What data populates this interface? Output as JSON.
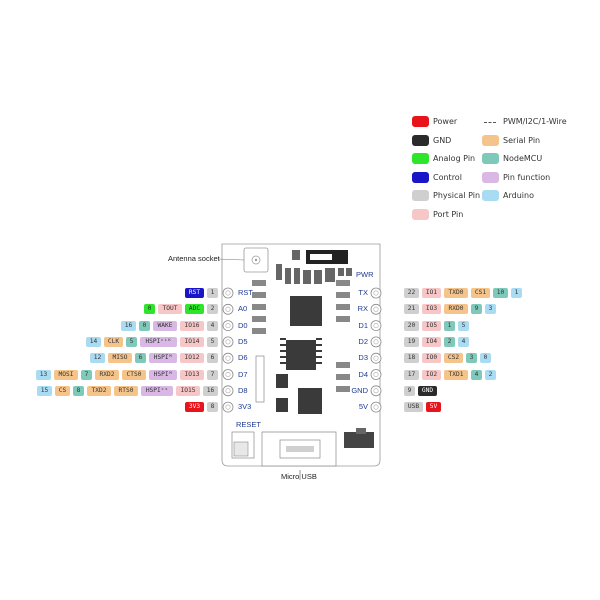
{
  "colors": {
    "power": "#e8141b",
    "gnd": "#2b2b2b",
    "analog": "#2ee52b",
    "control": "#1a16c8",
    "physical": "#cfcfcf",
    "port": "#f6c7c6",
    "serial": "#f4c48a",
    "nodemcu": "#7fc9bb",
    "pinfn": "#d9b8e6",
    "arduino": "#a9dcf2"
  },
  "legend": [
    {
      "label": "Power",
      "color": "power",
      "kind": "swatch"
    },
    {
      "label": "GND",
      "color": "gnd",
      "kind": "swatch"
    },
    {
      "label": "Analog Pin",
      "color": "analog",
      "kind": "swatch"
    },
    {
      "label": "Control",
      "color": "control",
      "kind": "swatch"
    },
    {
      "label": "Physical Pin",
      "color": "physical",
      "kind": "swatch"
    },
    {
      "label": "Port Pin",
      "color": "port",
      "kind": "swatch"
    },
    {
      "label": "PWM/I2C/1-Wire",
      "color": "",
      "kind": "dash"
    },
    {
      "label": "Serial Pin",
      "color": "serial",
      "kind": "swatch"
    },
    {
      "label": "NodeMCU",
      "color": "nodemcu",
      "kind": "swatch"
    },
    {
      "label": "Pin function",
      "color": "pinfn",
      "kind": "swatch"
    },
    {
      "label": "Arduino",
      "color": "arduino",
      "kind": "swatch"
    }
  ],
  "board_labels": {
    "antenna": "Antenna socket",
    "pwr": "PWR",
    "reset": "RESET",
    "usb": "Micro USB",
    "left_pins": [
      "RST",
      "A0",
      "D0",
      "D5",
      "D6",
      "D7",
      "D8",
      "3V3"
    ],
    "right_pins": [
      "TX",
      "RX",
      "D1",
      "D2",
      "D3",
      "D4",
      "GND",
      "5V"
    ]
  },
  "left_rows": [
    [
      {
        "t": "RST",
        "c": "control"
      },
      {
        "t": "1",
        "c": "physical"
      }
    ],
    [
      {
        "t": "0",
        "c": "analog"
      },
      {
        "t": "TOUT",
        "c": "port"
      },
      {
        "t": "ADC",
        "c": "analog"
      },
      {
        "t": "2",
        "c": "physical"
      }
    ],
    [
      {
        "t": "16",
        "c": "arduino"
      },
      {
        "t": "0",
        "c": "nodemcu"
      },
      {
        "t": "WAKE",
        "c": "pinfn"
      },
      {
        "t": "IO16",
        "c": "port"
      },
      {
        "t": "4",
        "c": "physical"
      }
    ],
    [
      {
        "t": "14",
        "c": "arduino"
      },
      {
        "t": "CLK",
        "c": "serial"
      },
      {
        "t": "5",
        "c": "nodemcu"
      },
      {
        "t": "HSPIᶜᴸᴷ",
        "c": "pinfn"
      },
      {
        "t": "IO14",
        "c": "port"
      },
      {
        "t": "5",
        "c": "physical"
      }
    ],
    [
      {
        "t": "12",
        "c": "arduino"
      },
      {
        "t": "MISO",
        "c": "serial"
      },
      {
        "t": "6",
        "c": "nodemcu"
      },
      {
        "t": "HSPIᴹ",
        "c": "pinfn"
      },
      {
        "t": "IO12",
        "c": "port"
      },
      {
        "t": "6",
        "c": "physical"
      }
    ],
    [
      {
        "t": "13",
        "c": "arduino"
      },
      {
        "t": "MOSI",
        "c": "serial"
      },
      {
        "t": "7",
        "c": "nodemcu"
      },
      {
        "t": "RXD2",
        "c": "serial"
      },
      {
        "t": "CTS0",
        "c": "serial"
      },
      {
        "t": "HSPIᴹ",
        "c": "pinfn"
      },
      {
        "t": "IO13",
        "c": "port"
      },
      {
        "t": "7",
        "c": "physical"
      }
    ],
    [
      {
        "t": "15",
        "c": "arduino"
      },
      {
        "t": "CS",
        "c": "serial"
      },
      {
        "t": "8",
        "c": "nodemcu"
      },
      {
        "t": "TXD2",
        "c": "serial"
      },
      {
        "t": "RTS0",
        "c": "serial"
      },
      {
        "t": "HSPIᶜˢ",
        "c": "pinfn"
      },
      {
        "t": "IO15",
        "c": "port"
      },
      {
        "t": "16",
        "c": "physical"
      }
    ],
    [
      {
        "t": "3V3",
        "c": "power"
      },
      {
        "t": "8",
        "c": "physical"
      }
    ]
  ],
  "right_rows": [
    [
      {
        "t": "22",
        "c": "physical"
      },
      {
        "t": "IO1",
        "c": "port"
      },
      {
        "t": "TXD0",
        "c": "serial"
      },
      {
        "t": "CS1",
        "c": "serial"
      },
      {
        "t": "10",
        "c": "nodemcu"
      },
      {
        "t": "1",
        "c": "arduino"
      }
    ],
    [
      {
        "t": "21",
        "c": "physical"
      },
      {
        "t": "IO3",
        "c": "port"
      },
      {
        "t": "RXD0",
        "c": "serial"
      },
      {
        "t": "9",
        "c": "nodemcu"
      },
      {
        "t": "3",
        "c": "arduino"
      }
    ],
    [
      {
        "t": "20",
        "c": "physical"
      },
      {
        "t": "IO5",
        "c": "port"
      },
      {
        "t": "1",
        "c": "nodemcu"
      },
      {
        "t": "5",
        "c": "arduino"
      }
    ],
    [
      {
        "t": "19",
        "c": "physical"
      },
      {
        "t": "IO4",
        "c": "port"
      },
      {
        "t": "2",
        "c": "nodemcu"
      },
      {
        "t": "4",
        "c": "arduino"
      }
    ],
    [
      {
        "t": "18",
        "c": "physical"
      },
      {
        "t": "IO0",
        "c": "port"
      },
      {
        "t": "CS2",
        "c": "serial"
      },
      {
        "t": "3",
        "c": "nodemcu"
      },
      {
        "t": "0",
        "c": "arduino"
      }
    ],
    [
      {
        "t": "17",
        "c": "physical"
      },
      {
        "t": "IO2",
        "c": "port"
      },
      {
        "t": "TXD1",
        "c": "serial"
      },
      {
        "t": "4",
        "c": "nodemcu"
      },
      {
        "t": "2",
        "c": "arduino"
      }
    ],
    [
      {
        "t": "9",
        "c": "physical"
      },
      {
        "t": "GND",
        "c": "gnd"
      }
    ],
    [
      {
        "t": "USB",
        "c": "physical"
      },
      {
        "t": "5V",
        "c": "power"
      }
    ]
  ]
}
